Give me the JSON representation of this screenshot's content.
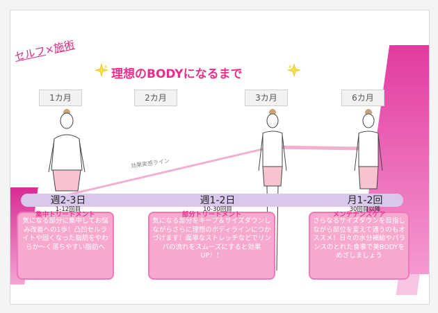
{
  "tag": {
    "self": "セルフ",
    "times": "×",
    "treatment": "施術"
  },
  "title": "理想のBODYになるまで",
  "months": [
    "1カ月",
    "2カ月",
    "3カ月",
    "6カ月"
  ],
  "effect_line": "効果実感ライン",
  "stages": [
    {
      "freq": "週2-3日",
      "count": "1-12回目",
      "heading": "集中トリートメント",
      "text": "気になる部分に集中してお悩み改善への1歩！凸凹セルライトや固くなった脂肪をやわらか～く落ちやすい脂肪へ"
    },
    {
      "freq": "週1-2日",
      "count": "10-30回目",
      "heading": "部分トリートメント",
      "text": "気になる部分をキープ＆サイズダウンしながらさらに理想のボディラインにつかづけます！面単なストレッチなどでリンパの流れをスムーズにすると効果UP！！"
    },
    {
      "freq": "月1-2回",
      "count": "30回目以降",
      "heading": "メンテナンスケア",
      "text": "さらなるサイズダウンを目指しながら部位を変えて通うのもオススメ！日々の水分補給やバランスのとれた食事で美BODYをめざしましょう"
    }
  ],
  "colors": {
    "accent": "#ec2d8a",
    "band": "#d9c8ec",
    "box": "#f7a8cf"
  }
}
